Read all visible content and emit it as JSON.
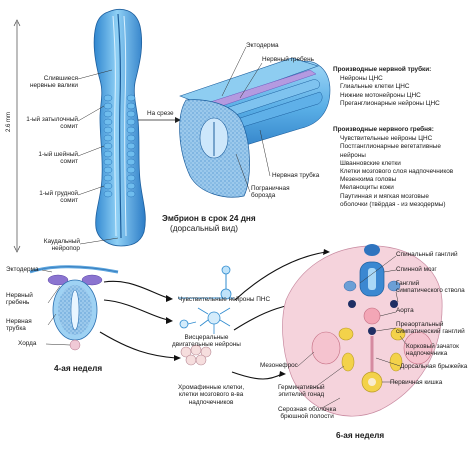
{
  "embryo24": {
    "left_labels": [
      {
        "id": "fused-folds",
        "lines": [
          "Слившиеся",
          "нервные валики"
        ]
      },
      {
        "id": "occipital-somite",
        "lines": [
          "1-ый затылочный",
          "сомит"
        ]
      },
      {
        "id": "cervical-somite",
        "lines": [
          "1-ый шейный",
          "сомит"
        ]
      },
      {
        "id": "thoracic-somite",
        "lines": [
          "1-ый грудной",
          "сомит"
        ]
      },
      {
        "id": "caudal-neuropore",
        "lines": [
          "Каудальный",
          "нейропор"
        ]
      }
    ],
    "scale": "2.6 mm",
    "section_label": "На срезе",
    "caption_bold": "Эмбрион в срок 24 дня",
    "caption_normal": "(дорсальный вид)"
  },
  "section": {
    "labels": {
      "ectoderm": "Эктодерма",
      "neural_crest": "Нервный гребень",
      "neural_tube": "Нервная трубка",
      "border_groove": [
        "Пограничная",
        "борозда"
      ]
    }
  },
  "derivatives": {
    "tube_title": "Производные нервной трубки:",
    "tube_items": [
      "Нейроны ЦНС",
      "Глиальные клетки ЦНС",
      "Нижние мотонейроны ЦНС",
      "Преганглионарные нейроны ЦНС"
    ],
    "crest_title": "Производные нервного гребня:",
    "crest_items": [
      "Чувствительные нейроны ЦНС",
      "Постганглионарные вегетативные",
      "нейроны",
      "Шванновские клетки",
      "Клетки мозгового слоя надпочечников",
      "Мезенхима головы",
      "Меланоциты кожи",
      "Паутинная и мягкая мозговые",
      "оболочки (твёрдая - из мезодермы)"
    ]
  },
  "week4": {
    "labels": {
      "ectoderm": "Эктодерма",
      "crest": [
        "Нервный",
        "гребень"
      ],
      "tube": [
        "Нервная",
        "трубка"
      ],
      "notochord": "Хорда"
    },
    "caption": "4-ая неделя"
  },
  "middle": {
    "sensory": "Чувствительные нейроны ПНС",
    "visceral": [
      "Висцеральные",
      "двигательные нейроны"
    ],
    "chromaffin": [
      "Хромафинные клетки,",
      "клетки мозгового в-ва",
      "надпочечников"
    ]
  },
  "week6": {
    "right_labels": [
      {
        "id": "spinal-ganglion",
        "lines": [
          "Спинальный ганглий"
        ]
      },
      {
        "id": "spinal-cord",
        "lines": [
          "Спинной мозг"
        ]
      },
      {
        "id": "sympathetic-ganglion",
        "lines": [
          "Ганглий",
          "симпатического ствола"
        ]
      },
      {
        "id": "aorta",
        "lines": [
          "Аорта"
        ]
      },
      {
        "id": "preaortic-ganglion",
        "lines": [
          "Преаортальный",
          "симпатический ганглий"
        ]
      },
      {
        "id": "adrenal-cortex",
        "lines": [
          "Корковый зачаток",
          "надпочечника"
        ]
      },
      {
        "id": "dorsal-mesentery",
        "lines": [
          "Дорсальная брыжейка"
        ]
      },
      {
        "id": "primary-gut",
        "lines": [
          "Первичная кишка"
        ]
      }
    ],
    "mesonephros": "Мезонефрос",
    "germinal": [
      "Герминативный",
      "эпителий гонад"
    ],
    "serous": [
      "Серозная оболочка",
      "брюшной полости"
    ],
    "caption": "6-ая неделя"
  },
  "colors": {
    "embryo": "#4aa6e0",
    "tube": "#3d8fd4",
    "crest": "#7e6fc9",
    "pink": "#f2b8c8",
    "yellow": "#f3d24a"
  }
}
